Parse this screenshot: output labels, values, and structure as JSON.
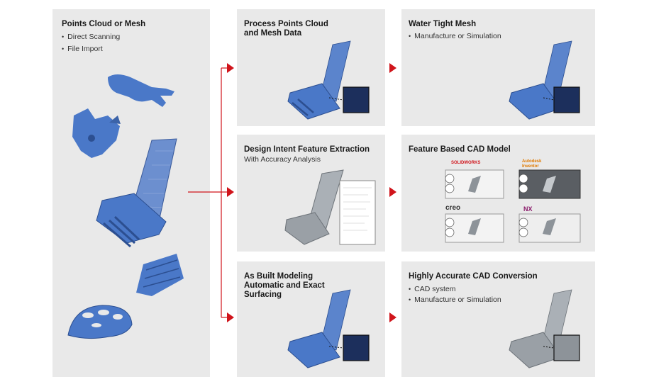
{
  "colors": {
    "panel_bg": "#e9e9e9",
    "arrow": "#d0141b",
    "model_blue": "#4a78c8",
    "grey_model": "#9aa0a6"
  },
  "left": {
    "title": "Points Cloud or Mesh",
    "bullets": [
      "Direct Scanning",
      "File Import"
    ]
  },
  "panels": {
    "process": {
      "title": "Process Points Cloud\nand Mesh Data"
    },
    "watertight": {
      "title": "Water Tight Mesh",
      "bullets": [
        "Manufacture or Simulation"
      ]
    },
    "design": {
      "title": "Design Intent Feature Extraction",
      "subtitle": "With Accuracy Analysis"
    },
    "feature": {
      "title": "Feature Based CAD Model",
      "logos": [
        "SOLIDWORKS",
        "Autodesk Inventor",
        "creo",
        "NX"
      ]
    },
    "asbuilt": {
      "title": "As Built Modeling\nAutomatic and Exact\nSurfacing"
    },
    "accurate": {
      "title": "Highly Accurate CAD Conversion",
      "bullets": [
        "CAD system",
        "Manufacture or Simulation"
      ]
    }
  },
  "icons": [
    "arrow-right-icon"
  ]
}
